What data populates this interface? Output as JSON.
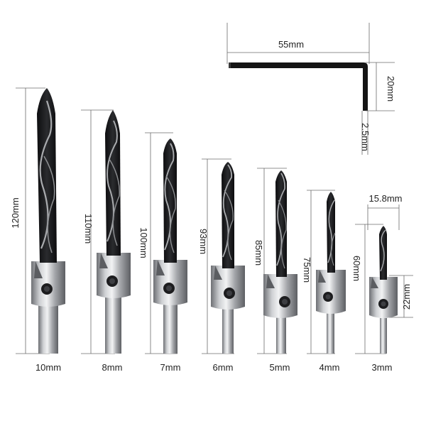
{
  "colors": {
    "background": "#ffffff",
    "dimension_line": "#6b6b6b",
    "flute_dark": "#1c1c1e",
    "flute_highlight": "#a9abae",
    "steel_light": "#cfd1d4",
    "steel_dark": "#6e7074",
    "hex_key": "#141414",
    "text": "#222222"
  },
  "hex_key": {
    "width_label": "55mm",
    "height_label": "20mm",
    "thickness_label": "2.5mm",
    "icon": "hex-key-icon"
  },
  "bits": [
    {
      "size_label": "10mm",
      "length_label": "120mm"
    },
    {
      "size_label": "8mm",
      "length_label": "110mm"
    },
    {
      "size_label": "7mm",
      "length_label": "100mm"
    },
    {
      "size_label": "6mm",
      "length_label": "93mm"
    },
    {
      "size_label": "5mm",
      "length_label": "85mm"
    },
    {
      "size_label": "4mm",
      "length_label": "75mm"
    },
    {
      "size_label": "3mm",
      "length_label": "60mm",
      "collar_diameter_label": "15.8mm",
      "collar_height_label": "22mm"
    }
  ]
}
